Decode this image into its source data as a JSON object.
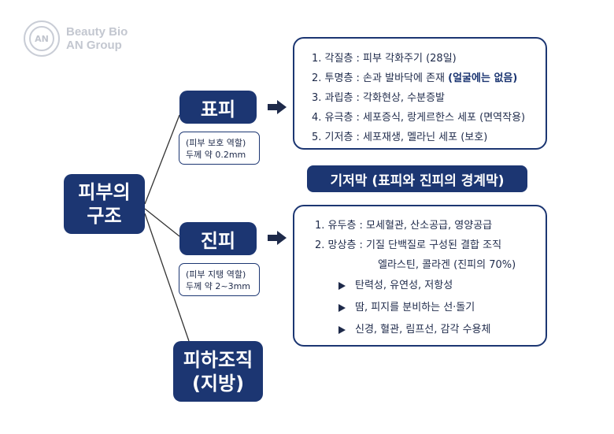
{
  "logo": {
    "line1": "Beauty Bio",
    "line2": "AN Group",
    "seal": "AN"
  },
  "root": {
    "line1": "피부의",
    "line2": "구조"
  },
  "epidermis": {
    "label": "표피",
    "note_line1": "(피부 보호 역할)",
    "note_line2": "두께 약 0.2mm",
    "layers": [
      {
        "main": "1. 각질층 : 피부 각화주기 (28일)",
        "highlight": ""
      },
      {
        "main": "2. 투명층 : 손과 발바닥에 존재 ",
        "highlight": "(얼굴에는 없음)"
      },
      {
        "main": "3. 과립층 : 각화현상, 수분증발",
        "highlight": ""
      },
      {
        "main": "4. 유극층 : 세포증식, 랑게르한스 세포 (면역작용)",
        "highlight": ""
      },
      {
        "main": "5. 기저층 : 세포재생, 멜라닌 세포 (보호)",
        "highlight": ""
      }
    ]
  },
  "basement_membrane": {
    "label": "기저막 (표피와 진피의 경계막)"
  },
  "dermis": {
    "label": "진피",
    "note_line1": "(피부 지탱 역할)",
    "note_line2": "두께 약 2~3mm",
    "layer1": "1. 유두층 : 모세혈관, 산소공급, 영양공급",
    "layer2": "2. 망상층 : 기질 단백질로 구성된 결합 조직",
    "layer2_sub": "엘라스틴, 콜라겐 (진피의 70%)",
    "bullets": [
      "탄력성, 유연성, 저항성",
      "땀, 피지를 분비하는 선·돌기",
      "신경, 혈관, 림프선, 감각 수용체"
    ]
  },
  "subcutis": {
    "line1": "피하조직",
    "line2": "(지방)"
  },
  "colors": {
    "navy": "#1c3672",
    "logo_gray": "#c3c7d0"
  }
}
